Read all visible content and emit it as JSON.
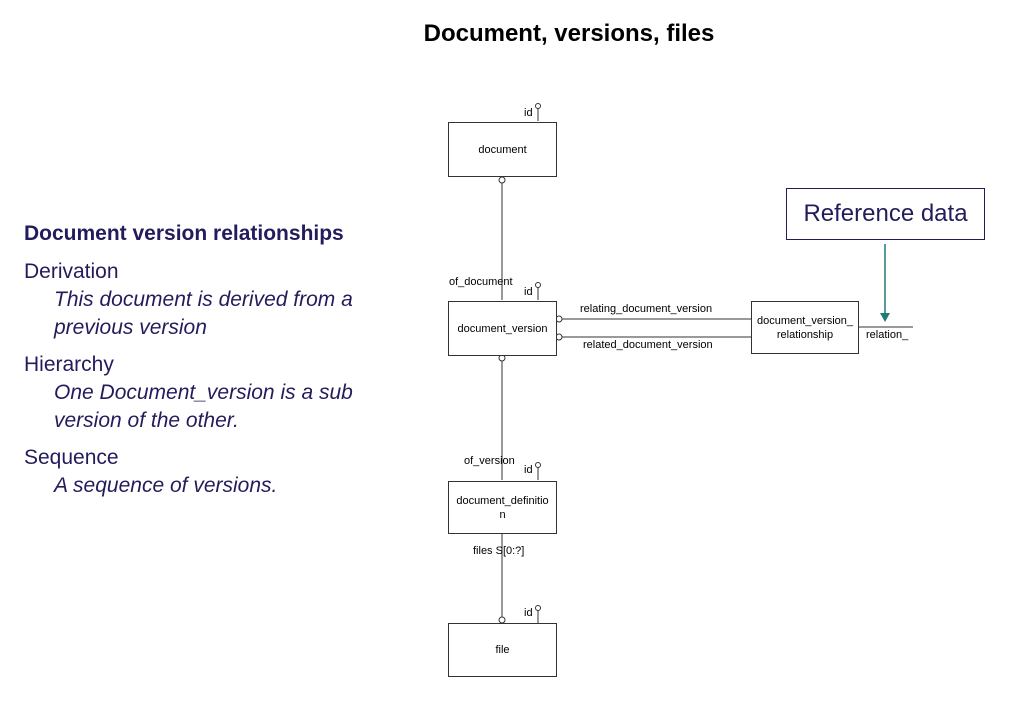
{
  "title": "Document, versions, files",
  "left_panel": {
    "heading": "Document version relationships",
    "items": [
      {
        "term": "Derivation",
        "desc_line1": "This document is derived from a",
        "desc_line2": "previous version"
      },
      {
        "term": "Hierarchy",
        "desc_line1": "One Document_version is a sub",
        "desc_line2": "version of the other."
      },
      {
        "term": "Sequence",
        "desc_line1": "A sequence of versions.",
        "desc_line2": ""
      }
    ]
  },
  "reference_box": {
    "label": "Reference data"
  },
  "entities": {
    "document": "document",
    "document_version": "document_version",
    "document_version_relationship_line1": "document_version_",
    "document_version_relationship_line2": "relationship",
    "document_definition_line1": "document_definitio",
    "document_definition_line2": "n",
    "file": "file"
  },
  "labels": {
    "id": "id",
    "of_document": "of_document",
    "of_version": "of_version",
    "relating_document_version": "relating_document_version",
    "related_document_version": "related_document_version",
    "relation": "relation_",
    "files": "files S[0:?]"
  },
  "colors": {
    "text_navy": "#231c5c",
    "arrow_teal": "#1f7a78",
    "line": "#333333"
  }
}
